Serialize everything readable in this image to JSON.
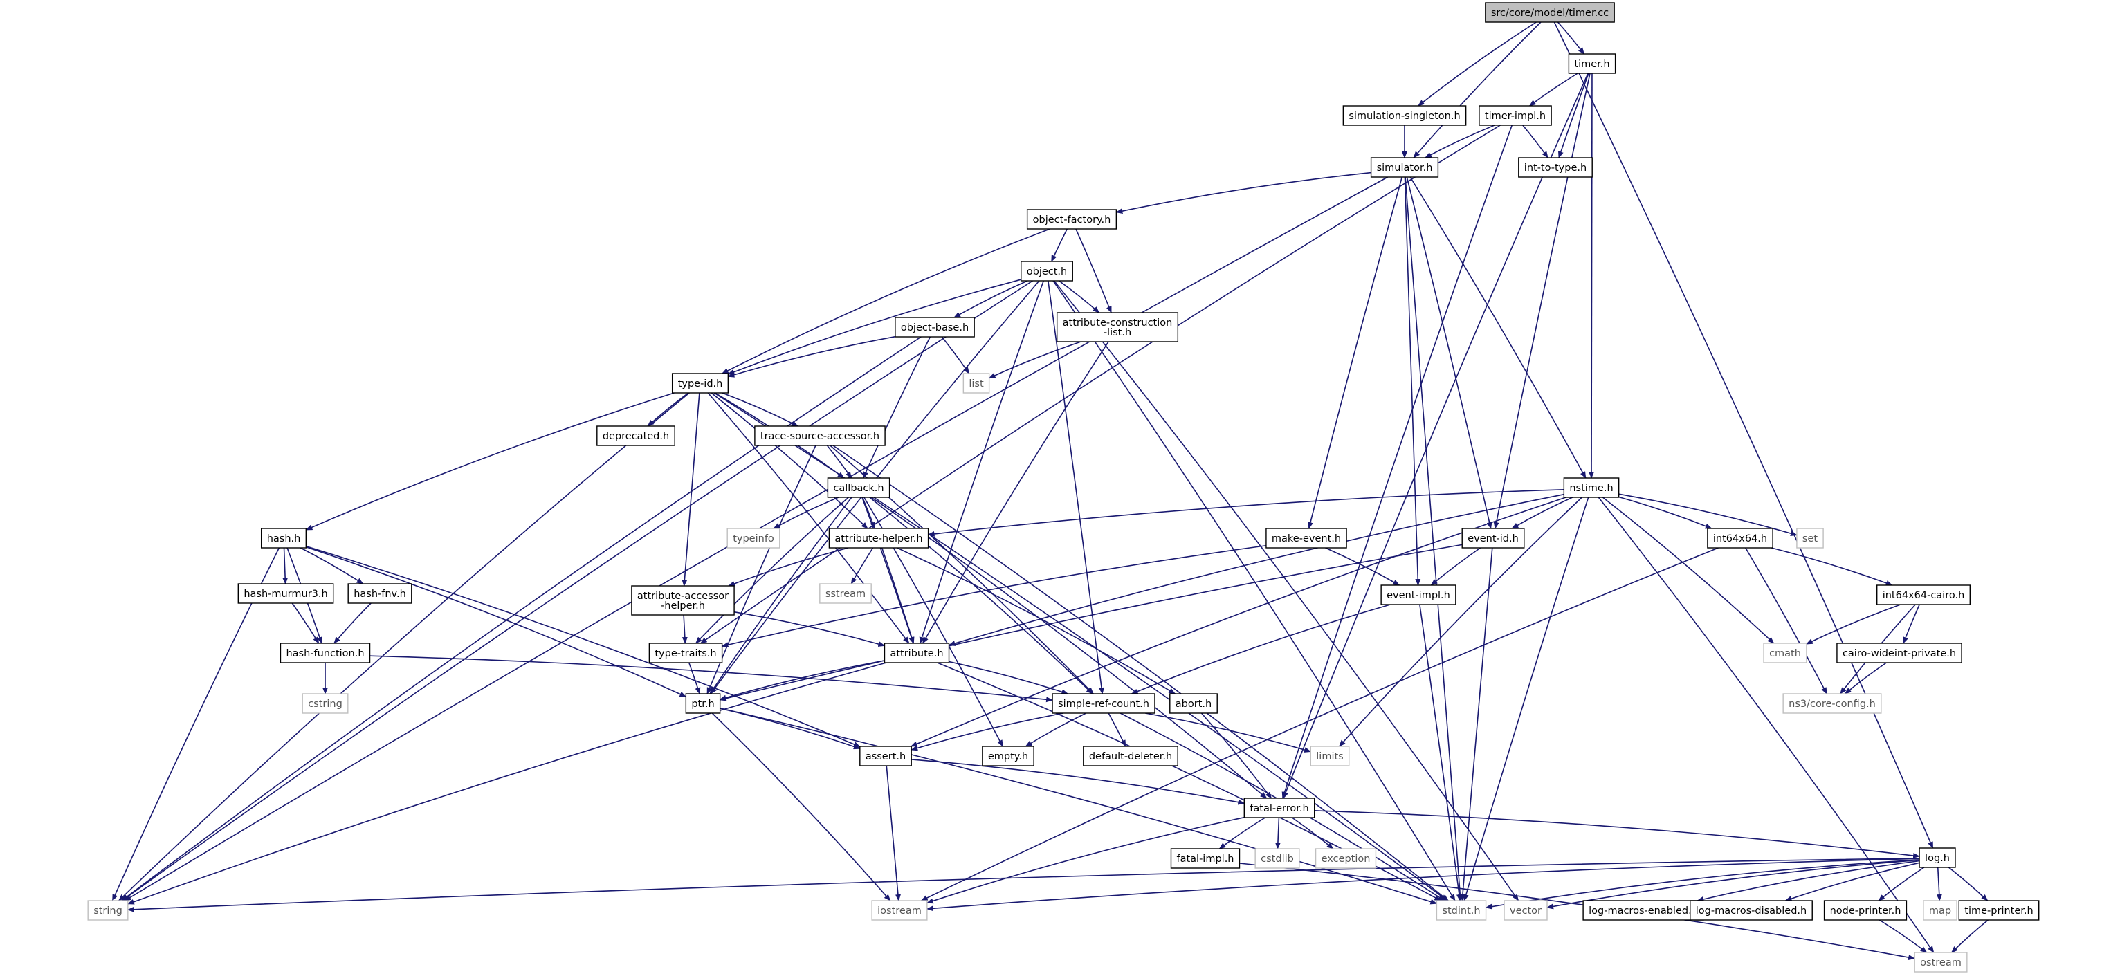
{
  "nodes": [
    {
      "id": "timer.cc",
      "label": "src/core/model/timer.cc",
      "kind": "header"
    },
    {
      "id": "timer.h",
      "label": "timer.h",
      "kind": "local"
    },
    {
      "id": "simulation-singleton.h",
      "label": "simulation-singleton.h",
      "kind": "local"
    },
    {
      "id": "timer-impl.h",
      "label": "timer-impl.h",
      "kind": "local"
    },
    {
      "id": "int-to-type.h",
      "label": "int-to-type.h",
      "kind": "local"
    },
    {
      "id": "simulator.h",
      "label": "simulator.h",
      "kind": "local"
    },
    {
      "id": "object-factory.h",
      "label": "object-factory.h",
      "kind": "local"
    },
    {
      "id": "object.h",
      "label": "object.h",
      "kind": "local"
    },
    {
      "id": "object-base.h",
      "label": "object-base.h",
      "kind": "local"
    },
    {
      "id": "attribute-construction-list.h",
      "label": [
        "attribute-construction",
        "-list.h"
      ],
      "kind": "local"
    },
    {
      "id": "list",
      "label": "list",
      "kind": "system"
    },
    {
      "id": "type-id.h",
      "label": "type-id.h",
      "kind": "local"
    },
    {
      "id": "deprecated.h",
      "label": "deprecated.h",
      "kind": "local"
    },
    {
      "id": "trace-source-accessor.h",
      "label": "trace-source-accessor.h",
      "kind": "local"
    },
    {
      "id": "callback.h",
      "label": "callback.h",
      "kind": "local"
    },
    {
      "id": "typeinfo",
      "label": "typeinfo",
      "kind": "system"
    },
    {
      "id": "attribute-helper.h",
      "label": "attribute-helper.h",
      "kind": "local"
    },
    {
      "id": "sstream",
      "label": "sstream",
      "kind": "system"
    },
    {
      "id": "attribute-accessor-helper.h",
      "label": [
        "attribute-accessor",
        "-helper.h"
      ],
      "kind": "local"
    },
    {
      "id": "hash.h",
      "label": "hash.h",
      "kind": "local"
    },
    {
      "id": "hash-murmur3.h",
      "label": "hash-murmur3.h",
      "kind": "local"
    },
    {
      "id": "hash-fnv.h",
      "label": "hash-fnv.h",
      "kind": "local"
    },
    {
      "id": "hash-function.h",
      "label": "hash-function.h",
      "kind": "local"
    },
    {
      "id": "cstring",
      "label": "cstring",
      "kind": "system"
    },
    {
      "id": "type-traits.h",
      "label": "type-traits.h",
      "kind": "local"
    },
    {
      "id": "attribute.h",
      "label": "attribute.h",
      "kind": "local"
    },
    {
      "id": "ptr.h",
      "label": "ptr.h",
      "kind": "local"
    },
    {
      "id": "simple-ref-count.h",
      "label": "simple-ref-count.h",
      "kind": "local"
    },
    {
      "id": "abort.h",
      "label": "abort.h",
      "kind": "local"
    },
    {
      "id": "assert.h",
      "label": "assert.h",
      "kind": "local"
    },
    {
      "id": "empty.h",
      "label": "empty.h",
      "kind": "local"
    },
    {
      "id": "default-deleter.h",
      "label": "default-deleter.h",
      "kind": "local"
    },
    {
      "id": "limits",
      "label": "limits",
      "kind": "system"
    },
    {
      "id": "make-event.h",
      "label": "make-event.h",
      "kind": "local"
    },
    {
      "id": "event-id.h",
      "label": "event-id.h",
      "kind": "local"
    },
    {
      "id": "event-impl.h",
      "label": "event-impl.h",
      "kind": "local"
    },
    {
      "id": "nstime.h",
      "label": "nstime.h",
      "kind": "local"
    },
    {
      "id": "set",
      "label": "set",
      "kind": "system"
    },
    {
      "id": "int64x64.h",
      "label": "int64x64.h",
      "kind": "local"
    },
    {
      "id": "int64x64-cairo.h",
      "label": "int64x64-cairo.h",
      "kind": "local"
    },
    {
      "id": "cmath",
      "label": "cmath",
      "kind": "system"
    },
    {
      "id": "cairo-wideint-private.h",
      "label": "cairo-wideint-private.h",
      "kind": "local"
    },
    {
      "id": "ns3/core-config.h",
      "label": "ns3/core-config.h",
      "kind": "system"
    },
    {
      "id": "fatal-error.h",
      "label": "fatal-error.h",
      "kind": "local"
    },
    {
      "id": "fatal-impl.h",
      "label": "fatal-impl.h",
      "kind": "local"
    },
    {
      "id": "cstdlib",
      "label": "cstdlib",
      "kind": "system"
    },
    {
      "id": "exception",
      "label": "exception",
      "kind": "system"
    },
    {
      "id": "log.h",
      "label": "log.h",
      "kind": "local"
    },
    {
      "id": "string",
      "label": "string",
      "kind": "system"
    },
    {
      "id": "iostream",
      "label": "iostream",
      "kind": "system"
    },
    {
      "id": "stdint.h",
      "label": "stdint.h",
      "kind": "system"
    },
    {
      "id": "vector",
      "label": "vector",
      "kind": "system"
    },
    {
      "id": "log-macros-enabled.h",
      "label": "log-macros-enabled.h",
      "kind": "local"
    },
    {
      "id": "log-macros-disabled.h",
      "label": "log-macros-disabled.h",
      "kind": "local"
    },
    {
      "id": "node-printer.h",
      "label": "node-printer.h",
      "kind": "local"
    },
    {
      "id": "map",
      "label": "map",
      "kind": "system"
    },
    {
      "id": "time-printer.h",
      "label": "time-printer.h",
      "kind": "local"
    },
    {
      "id": "ostream",
      "label": "ostream",
      "kind": "system"
    }
  ],
  "edges": [
    [
      "timer.cc",
      "timer.h"
    ],
    [
      "timer.cc",
      "simulation-singleton.h"
    ],
    [
      "timer.cc",
      "simulator.h"
    ],
    [
      "timer.cc",
      "log.h"
    ],
    [
      "timer.h",
      "timer-impl.h"
    ],
    [
      "timer.h",
      "int-to-type.h"
    ],
    [
      "timer.h",
      "event-id.h"
    ],
    [
      "timer.h",
      "nstime.h"
    ],
    [
      "timer.h",
      "fatal-error.h"
    ],
    [
      "simulation-singleton.h",
      "simulator.h"
    ],
    [
      "timer-impl.h",
      "simulator.h"
    ],
    [
      "timer-impl.h",
      "int-to-type.h"
    ],
    [
      "timer-impl.h",
      "type-traits.h"
    ],
    [
      "timer-impl.h",
      "fatal-error.h"
    ],
    [
      "simulator.h",
      "object-factory.h"
    ],
    [
      "simulator.h",
      "make-event.h"
    ],
    [
      "simulator.h",
      "event-id.h"
    ],
    [
      "simulator.h",
      "event-impl.h"
    ],
    [
      "simulator.h",
      "nstime.h"
    ],
    [
      "simulator.h",
      "string"
    ],
    [
      "simulator.h",
      "stdint.h"
    ],
    [
      "object-factory.h",
      "object.h"
    ],
    [
      "object-factory.h",
      "attribute-construction-list.h"
    ],
    [
      "object-factory.h",
      "type-id.h"
    ],
    [
      "object.h",
      "object-base.h"
    ],
    [
      "object.h",
      "attribute-construction-list.h"
    ],
    [
      "object.h",
      "type-id.h"
    ],
    [
      "object.h",
      "ptr.h"
    ],
    [
      "object.h",
      "attribute.h"
    ],
    [
      "object.h",
      "simple-ref-count.h"
    ],
    [
      "object.h",
      "string"
    ],
    [
      "object.h",
      "stdint.h"
    ],
    [
      "object.h",
      "vector"
    ],
    [
      "object-base.h",
      "type-id.h"
    ],
    [
      "object-base.h",
      "callback.h"
    ],
    [
      "object-base.h",
      "list"
    ],
    [
      "object-base.h",
      "string"
    ],
    [
      "attribute-construction-list.h",
      "attribute.h"
    ],
    [
      "attribute-construction-list.h",
      "list"
    ],
    [
      "type-id.h",
      "deprecated.h"
    ],
    [
      "type-id.h",
      "trace-source-accessor.h"
    ],
    [
      "type-id.h",
      "callback.h"
    ],
    [
      "type-id.h",
      "attribute-helper.h"
    ],
    [
      "type-id.h",
      "attribute-accessor-helper.h"
    ],
    [
      "type-id.h",
      "attribute.h"
    ],
    [
      "type-id.h",
      "hash.h"
    ],
    [
      "type-id.h",
      "string"
    ],
    [
      "type-id.h",
      "stdint.h"
    ],
    [
      "trace-source-accessor.h",
      "callback.h"
    ],
    [
      "trace-source-accessor.h",
      "ptr.h"
    ],
    [
      "trace-source-accessor.h",
      "simple-ref-count.h"
    ],
    [
      "trace-source-accessor.h",
      "stdint.h"
    ],
    [
      "callback.h",
      "typeinfo"
    ],
    [
      "callback.h",
      "attribute-helper.h"
    ],
    [
      "callback.h",
      "attribute.h"
    ],
    [
      "callback.h",
      "ptr.h"
    ],
    [
      "callback.h",
      "simple-ref-count.h"
    ],
    [
      "callback.h",
      "fatal-error.h"
    ],
    [
      "callback.h",
      "empty.h"
    ],
    [
      "callback.h",
      "type-traits.h"
    ],
    [
      "attribute-helper.h",
      "sstream"
    ],
    [
      "attribute-helper.h",
      "attribute.h"
    ],
    [
      "attribute-helper.h",
      "attribute-accessor-helper.h"
    ],
    [
      "attribute-helper.h",
      "abort.h"
    ],
    [
      "attribute-accessor-helper.h",
      "attribute.h"
    ],
    [
      "attribute-accessor-helper.h",
      "type-traits.h"
    ],
    [
      "hash.h",
      "hash-murmur3.h"
    ],
    [
      "hash.h",
      "hash-fnv.h"
    ],
    [
      "hash.h",
      "hash-function.h"
    ],
    [
      "hash.h",
      "ptr.h"
    ],
    [
      "hash.h",
      "assert.h"
    ],
    [
      "hash.h",
      "string"
    ],
    [
      "hash-murmur3.h",
      "hash-function.h"
    ],
    [
      "hash-fnv.h",
      "hash-function.h"
    ],
    [
      "hash-function.h",
      "cstring"
    ],
    [
      "hash-function.h",
      "simple-ref-count.h"
    ],
    [
      "type-traits.h",
      "ptr.h"
    ],
    [
      "attribute.h",
      "ptr.h"
    ],
    [
      "attribute.h",
      "simple-ref-count.h"
    ],
    [
      "attribute.h",
      "string"
    ],
    [
      "attribute.h",
      "stdint.h"
    ],
    [
      "ptr.h",
      "assert.h"
    ],
    [
      "ptr.h",
      "iostream"
    ],
    [
      "ptr.h",
      "stdint.h"
    ],
    [
      "simple-ref-count.h",
      "assert.h"
    ],
    [
      "simple-ref-count.h",
      "empty.h"
    ],
    [
      "simple-ref-count.h",
      "default-deleter.h"
    ],
    [
      "simple-ref-count.h",
      "limits"
    ],
    [
      "simple-ref-count.h",
      "stdint.h"
    ],
    [
      "abort.h",
      "fatal-error.h"
    ],
    [
      "assert.h",
      "fatal-error.h"
    ],
    [
      "assert.h",
      "iostream"
    ],
    [
      "make-event.h",
      "event-impl.h"
    ],
    [
      "make-event.h",
      "type-traits.h"
    ],
    [
      "event-id.h",
      "event-impl.h"
    ],
    [
      "event-id.h",
      "ptr.h"
    ],
    [
      "event-id.h",
      "stdint.h"
    ],
    [
      "event-impl.h",
      "simple-ref-count.h"
    ],
    [
      "event-impl.h",
      "stdint.h"
    ],
    [
      "nstime.h",
      "attribute-helper.h"
    ],
    [
      "nstime.h",
      "attribute.h"
    ],
    [
      "nstime.h",
      "event-id.h"
    ],
    [
      "nstime.h",
      "int64x64.h"
    ],
    [
      "nstime.h",
      "set"
    ],
    [
      "nstime.h",
      "cmath"
    ],
    [
      "nstime.h",
      "limits"
    ],
    [
      "nstime.h",
      "assert.h"
    ],
    [
      "nstime.h",
      "stdint.h"
    ],
    [
      "nstime.h",
      "ostream"
    ],
    [
      "int64x64.h",
      "int64x64-cairo.h"
    ],
    [
      "int64x64.h",
      "ns3/core-config.h"
    ],
    [
      "int64x64.h",
      "iostream"
    ],
    [
      "int64x64-cairo.h",
      "cmath"
    ],
    [
      "int64x64-cairo.h",
      "cairo-wideint-private.h"
    ],
    [
      "int64x64-cairo.h",
      "ns3/core-config.h"
    ],
    [
      "cairo-wideint-private.h",
      "ns3/core-config.h"
    ],
    [
      "fatal-error.h",
      "fatal-impl.h"
    ],
    [
      "fatal-error.h",
      "cstdlib"
    ],
    [
      "fatal-error.h",
      "exception"
    ],
    [
      "fatal-error.h",
      "log.h"
    ],
    [
      "fatal-error.h",
      "iostream"
    ],
    [
      "fatal-impl.h",
      "ostream"
    ],
    [
      "log.h",
      "string"
    ],
    [
      "log.h",
      "iostream"
    ],
    [
      "log.h",
      "stdint.h"
    ],
    [
      "log.h",
      "vector"
    ],
    [
      "log.h",
      "log-macros-enabled.h"
    ],
    [
      "log.h",
      "log-macros-disabled.h"
    ],
    [
      "log.h",
      "node-printer.h"
    ],
    [
      "log.h",
      "map"
    ],
    [
      "log.h",
      "time-printer.h"
    ],
    [
      "node-printer.h",
      "ostream"
    ],
    [
      "time-printer.h",
      "ostream"
    ]
  ]
}
